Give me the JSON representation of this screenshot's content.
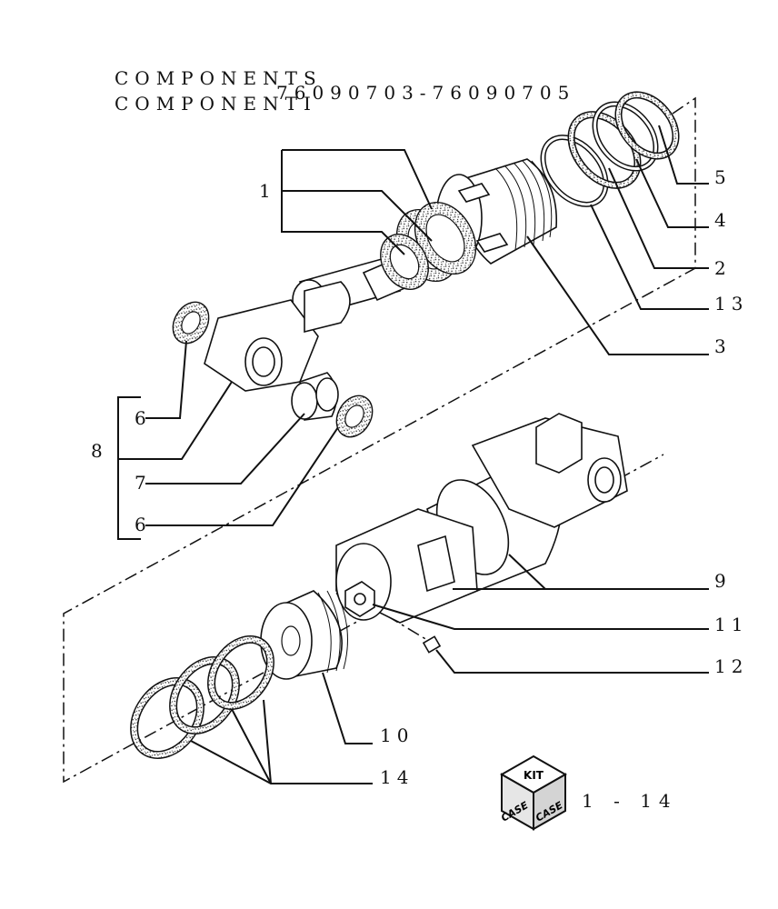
{
  "header": {
    "line1": "COMPONENTS",
    "line2": "COMPONENTI",
    "serial_range": "76090703-76090705"
  },
  "callouts": [
    {
      "id": "c1",
      "label": "1"
    },
    {
      "id": "c2",
      "label": "2"
    },
    {
      "id": "c3",
      "label": "3"
    },
    {
      "id": "c4",
      "label": "4"
    },
    {
      "id": "c5",
      "label": "5"
    },
    {
      "id": "c6a",
      "label": "6"
    },
    {
      "id": "c6b",
      "label": "6"
    },
    {
      "id": "c7",
      "label": "7"
    },
    {
      "id": "c8",
      "label": "8"
    },
    {
      "id": "c9",
      "label": "9"
    },
    {
      "id": "c10",
      "label": "10"
    },
    {
      "id": "c11",
      "label": "11"
    },
    {
      "id": "c12",
      "label": "12"
    },
    {
      "id": "c13",
      "label": "13"
    },
    {
      "id": "c14",
      "label": "14"
    }
  ],
  "badge": {
    "kit": "KIT",
    "brand": "CASE",
    "page_ref": "1 - 14"
  }
}
